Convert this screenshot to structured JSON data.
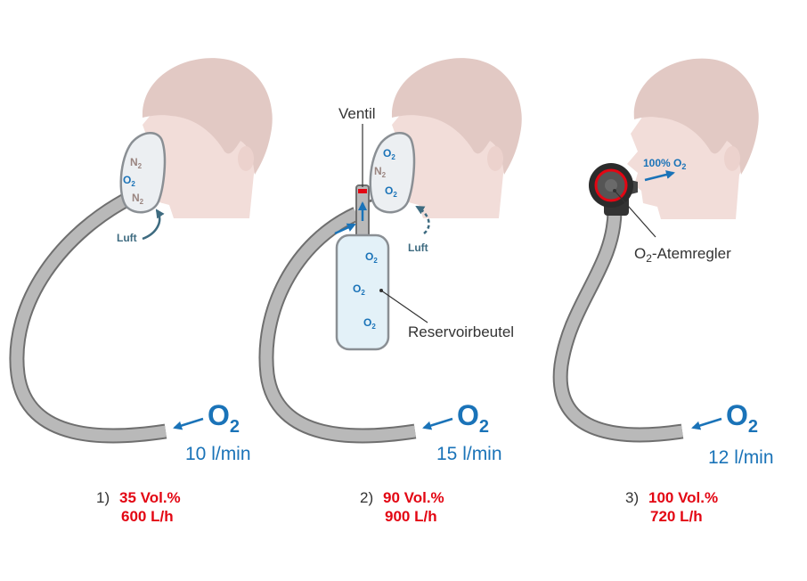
{
  "colors": {
    "tube": "#b9b9b9",
    "tube_edge": "#6f6f6f",
    "skin": "#f2ddd9",
    "hair": "#e2c9c4",
    "oxygen_blue": "#1a73b8",
    "label_red": "#e30613",
    "mask": "#eceff2",
    "air_arrow": "#3e6b80",
    "bag": "#e3f1f8"
  },
  "panels": [
    {
      "index": "1)",
      "concentration": "35 Vol.%",
      "flow_hour": "600 L/h",
      "supply": {
        "gas_main": "O",
        "gas_sub": "2",
        "rate": "10 l/min"
      },
      "mask_gases": [
        {
          "main": "N",
          "sub": "2",
          "kind": "n2"
        },
        {
          "main": "O",
          "sub": "2",
          "kind": "o2"
        },
        {
          "main": "N",
          "sub": "2",
          "kind": "n2"
        }
      ],
      "air_label": "Luft"
    },
    {
      "index": "2)",
      "concentration": "90 Vol.%",
      "flow_hour": "900 L/h",
      "supply": {
        "gas_main": "O",
        "gas_sub": "2",
        "rate": "15 l/min"
      },
      "valve_label": "Ventil",
      "bag_label": "Reservoirbeutel",
      "mask_gases": [
        {
          "main": "O",
          "sub": "2",
          "kind": "o2"
        },
        {
          "main": "N",
          "sub": "2",
          "kind": "n2"
        },
        {
          "main": "O",
          "sub": "2",
          "kind": "o2"
        }
      ],
      "bag_gases": [
        {
          "main": "O",
          "sub": "2"
        },
        {
          "main": "O",
          "sub": "2"
        },
        {
          "main": "O",
          "sub": "2"
        }
      ],
      "air_label": "Luft"
    },
    {
      "index": "3)",
      "concentration": "100 Vol.%",
      "flow_hour": "720 L/h",
      "supply": {
        "gas_main": "O",
        "gas_sub": "2",
        "rate": "12 l/min"
      },
      "regulator_label_main": "O",
      "regulator_label_sub": "2",
      "regulator_label_rest": "-Atemregler",
      "inhale_label_main": "100% O",
      "inhale_label_sub": "2"
    }
  ]
}
